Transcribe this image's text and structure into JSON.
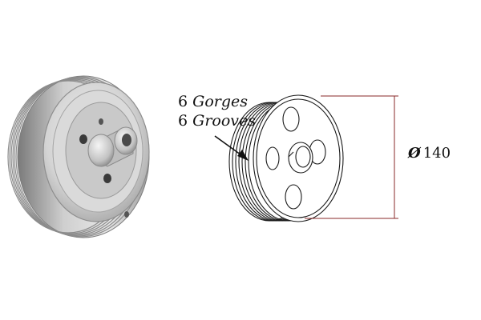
{
  "annotations": {
    "grooves_fr": {
      "count": "6",
      "word": "Gorges"
    },
    "grooves_en": {
      "count": "6",
      "word": "Grooves"
    },
    "diameter": {
      "symbol": "Ø",
      "value": "140"
    }
  },
  "colors": {
    "metal_light": "#dcdcdc",
    "metal_mid": "#a9a9a9",
    "metal_dark": "#6e6e6e",
    "line_art": "#1a1a1a",
    "dimension_line": "#8a2a2a"
  }
}
